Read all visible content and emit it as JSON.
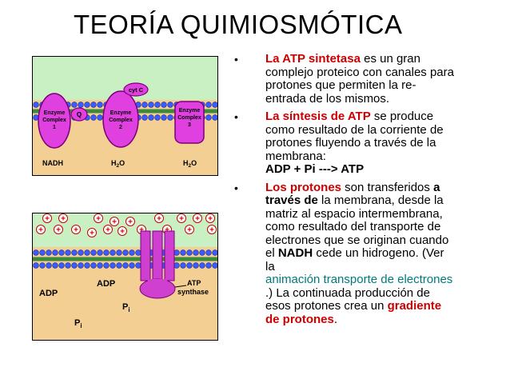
{
  "title": "TEORÍA QUIMIOSMÓTICA",
  "figure1": {
    "cyt_c": "cyt C",
    "q": "Q",
    "complex1": [
      "Enzyme",
      "Complex",
      "1"
    ],
    "complex2": [
      "Enzyme",
      "Complex",
      "2"
    ],
    "complex3": [
      "Enzyme",
      "Complex",
      "3"
    ],
    "nadh": "NADH",
    "h2o_1": "H",
    "h2o_sub": "2",
    "h2o_end": "O",
    "h2o_2": "H",
    "h2o_2_sub": "2",
    "h2o_2_end": "O"
  },
  "figure2": {
    "proton": "+",
    "adp_left": "ADP",
    "adp_right": "ADP",
    "pi_left": "P",
    "pi_left_sub": "i",
    "pi_right": "P",
    "pi_right_sub": "i",
    "atp_synthase_1": "ATP",
    "atp_synthase_2": "synthase"
  },
  "bullets": {
    "b1": {
      "l1_red": "La ATP sintetasa",
      "l1_rest": " es un gran",
      "l2": "complejo proteico con canales para",
      "l3": "protones que permiten la re-",
      "l4": "entrada de los mismos."
    },
    "b2": {
      "l1_red": "La síntesis de ATP",
      "l1_rest": " se produce",
      "l2": "como resultado de la corriente de",
      "l3": "protones fluyendo a través de la",
      "l4": "membrana:",
      "l5": "ADP + Pi ---> ATP"
    },
    "b3": {
      "l1_red": "Los protones",
      "l1_mid": " son transferidos ",
      "l1_bold": "a",
      "l2_bold": "través de",
      "l2_rest": " la membrana, desde la",
      "l3": "matriz al espacio intermembrana,",
      "l4": "como resultado del transporte de",
      "l5": "electrones que se originan cuando",
      "l6_a": "el ",
      "l6_bold": "NADH",
      "l6_b": " cede un hidrogeno. (Ver",
      "l7": "la",
      "l8_link": "animación transporte de electrones",
      "l9": ".) La continuada producción de",
      "l10_a": "esos protones crea un ",
      "l10_red": "gradiente",
      "l11_red": "de protones",
      "l11_end": "."
    }
  }
}
